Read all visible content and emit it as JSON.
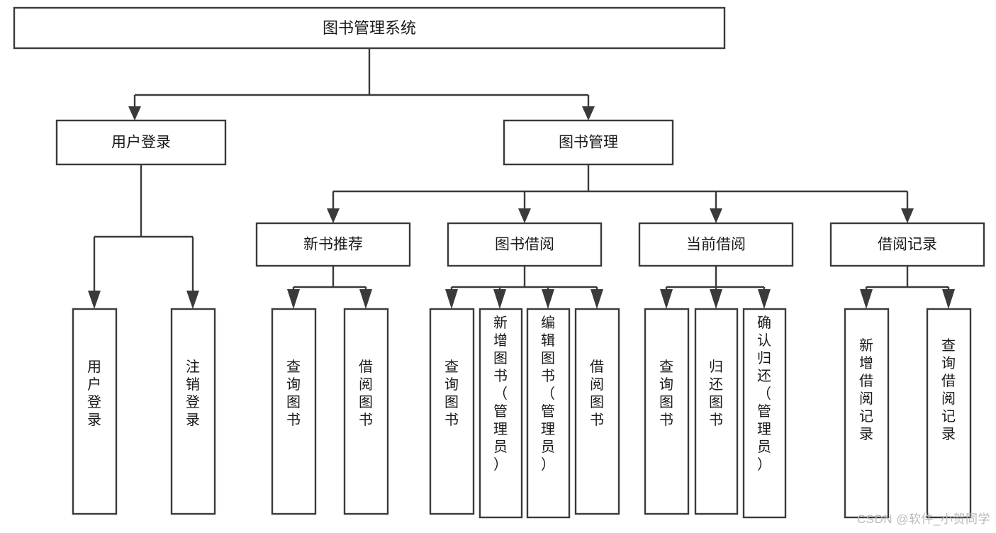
{
  "diagram": {
    "title": "图书管理系统",
    "type": "tree",
    "watermark": "CSDN @软件_小贺同学",
    "nodes": {
      "root": {
        "label": "图书管理系统"
      },
      "level2": [
        {
          "id": "user-login",
          "label": "用户登录"
        },
        {
          "id": "book-manage",
          "label": "图书管理"
        }
      ],
      "level3": [
        {
          "id": "new-book-recommend",
          "label": "新书推荐"
        },
        {
          "id": "book-borrow",
          "label": "图书借阅"
        },
        {
          "id": "current-borrow",
          "label": "当前借阅"
        },
        {
          "id": "borrow-record",
          "label": "借阅记录"
        }
      ],
      "leaves": {
        "user-login": [
          {
            "id": "leaf-user-login",
            "label": "用户登录"
          },
          {
            "id": "leaf-user-logout",
            "label": "注销登录"
          }
        ],
        "new-book-recommend": [
          {
            "id": "leaf-query-book-1",
            "label": "查询图书"
          },
          {
            "id": "leaf-borrow-book-1",
            "label": "借阅图书"
          }
        ],
        "book-borrow": [
          {
            "id": "leaf-query-book-2",
            "label": "查询图书"
          },
          {
            "id": "leaf-add-book",
            "label": "新增图书（管理员）"
          },
          {
            "id": "leaf-edit-book",
            "label": "编辑图书（管理员）"
          },
          {
            "id": "leaf-borrow-book-2",
            "label": "借阅图书"
          }
        ],
        "current-borrow": [
          {
            "id": "leaf-query-book-3",
            "label": "查询图书"
          },
          {
            "id": "leaf-return-book",
            "label": "归还图书"
          },
          {
            "id": "leaf-confirm-return",
            "label": "确认归还（管理员）"
          }
        ],
        "borrow-record": [
          {
            "id": "leaf-add-record",
            "label": "新增借阅记录"
          },
          {
            "id": "leaf-query-record",
            "label": "查询借阅记录"
          }
        ]
      }
    },
    "colors": {
      "box_stroke": "#3a3a3a",
      "box_fill": "#ffffff",
      "text": "#1a1a1a",
      "background": "#ffffff",
      "watermark": "#b9b9b9"
    }
  }
}
